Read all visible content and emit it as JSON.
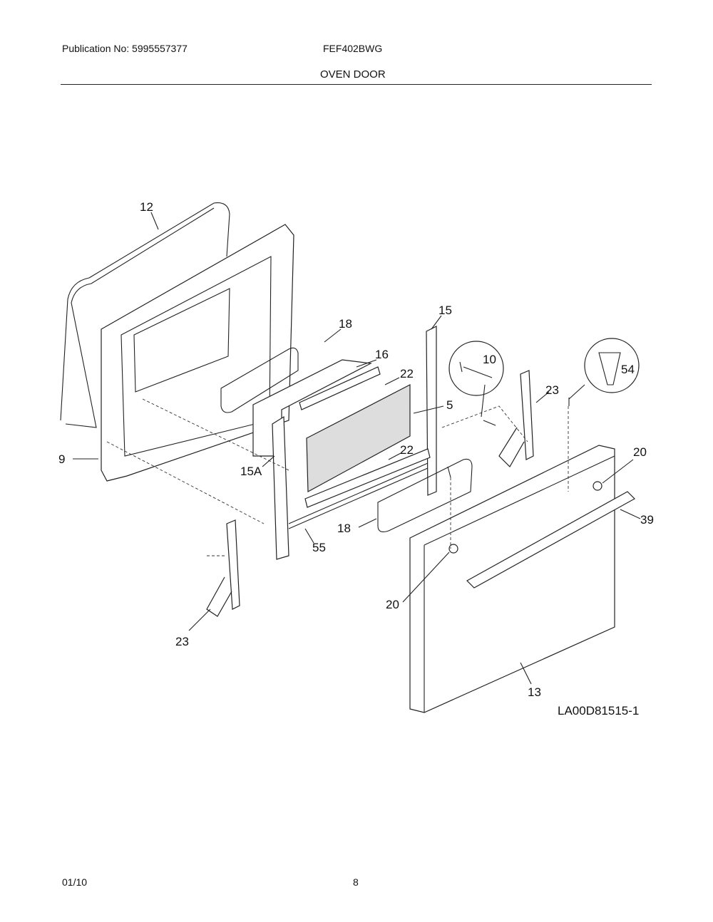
{
  "header": {
    "publication": "Publication No: 5995557377",
    "model": "FEF402BWG",
    "section_title": "OVEN DOOR"
  },
  "diagram": {
    "drawing_id": "LA00D81515-1",
    "callouts": [
      "12",
      "18",
      "16",
      "15",
      "10",
      "54",
      "22",
      "5",
      "23",
      "9",
      "15A",
      "22",
      "20",
      "39",
      "18",
      "55",
      "20",
      "23",
      "13"
    ]
  },
  "footer": {
    "date": "01/10",
    "page": "8"
  }
}
